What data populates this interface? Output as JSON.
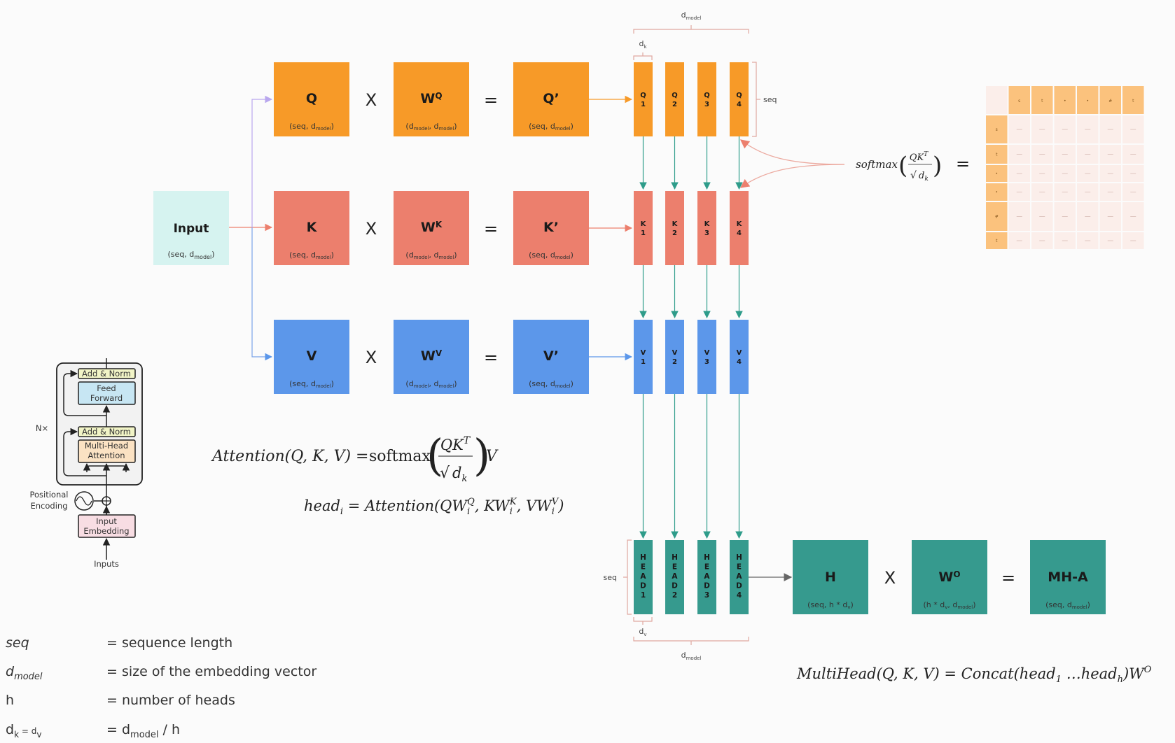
{
  "title": "Multi-Head Attention",
  "colors": {
    "query": "#f79a28",
    "key": "#ec7f6d",
    "value": "#5c97ea",
    "head": "#369a8e",
    "input": "#d6f3f0",
    "bracket": "#e0a8a0",
    "arrow_q": "#b9a7ee",
    "arrow_v": "#7aa3e8",
    "arrow_head": "#2e9c8a",
    "matrix_header": "#fbc27d",
    "matrix_cell": "#fbeeea"
  },
  "input": {
    "label": "Input",
    "dims": "(seq, d",
    "dims_sub": "model",
    "dims_end": ")"
  },
  "rows": [
    {
      "id": "q",
      "mat": "Q",
      "weight": "W",
      "weight_sup": "Q",
      "result": "Q’",
      "split_prefix": "Q"
    },
    {
      "id": "k",
      "mat": "K",
      "weight": "W",
      "weight_sup": "K",
      "result": "K’",
      "split_prefix": "K"
    },
    {
      "id": "v",
      "mat": "V",
      "weight": "W",
      "weight_sup": "V",
      "result": "V’",
      "split_prefix": "V"
    }
  ],
  "dims": {
    "seq_model": "(seq, d",
    "model_model": "(d",
    "model_sub": "model",
    "sep": ", d",
    "close": ")"
  },
  "operators": {
    "times": "X",
    "equals": "="
  },
  "split_indices": [
    "1",
    "2",
    "3",
    "4"
  ],
  "brackets": {
    "d_model": "d",
    "d_model_sub": "model",
    "d_k": "d",
    "d_k_sub": "k",
    "d_v": "d",
    "d_v_sub": "v",
    "seq": "seq"
  },
  "softmax": {
    "fn": "softmax",
    "num": "QK",
    "num_sup": "T",
    "den": "d",
    "den_sub": "k",
    "equals": "="
  },
  "attention_matrix": {
    "header_tokens": [
      "s",
      "t",
      "•",
      "•",
      "#",
      "t"
    ],
    "row_tokens": [
      "s",
      "t",
      "•",
      "•",
      "#",
      "t"
    ],
    "note": "cell values illegible"
  },
  "heads": {
    "letters": [
      "H",
      "E",
      "A",
      "D"
    ],
    "indices": [
      "1",
      "2",
      "3",
      "4"
    ]
  },
  "output_row": {
    "h": {
      "label": "H",
      "dims": "(seq, h * d",
      "dims_sub": "v",
      "dims_end": ")"
    },
    "wo": {
      "label": "W",
      "sup": "O",
      "dims": "(h * d",
      "dims_sub": "v",
      "dims_mid": ", d",
      "dims_sub2": "model",
      "dims_end": ")"
    },
    "mha": {
      "label": "MH-A",
      "dims": "(seq, d",
      "dims_sub": "model",
      "dims_end": ")"
    }
  },
  "formulas": {
    "attention_lhs": "Attention(Q, K, V) = ",
    "attention_fn": "softmax",
    "attention_tail": "V",
    "head_lhs": "head",
    "head_sub": "i",
    "head_rhs": " = Attention(QW",
    "multihead_lhs": "MultiHead(Q, K, V) = Concat(head",
    "multihead_sub1": "1",
    "multihead_mid": "  …head",
    "multihead_subh": "h",
    "multihead_end": ")W",
    "multihead_sup": "O"
  },
  "legend": [
    {
      "symbol": "seq",
      "symbol_sub": "",
      "definition": "= sequence length",
      "italic": true
    },
    {
      "symbol": "d",
      "symbol_sub": "model",
      "definition": "= size of the embedding vector",
      "italic": true
    },
    {
      "symbol": "h",
      "symbol_sub": "",
      "definition": "= number of heads",
      "italic": false
    },
    {
      "symbol": "d",
      "symbol_sub": "k",
      "symbol_mid": " = d",
      "symbol_sub2": "v",
      "definition": "= d",
      "definition_sub": "model",
      "definition_end": " / h",
      "italic": false
    }
  ],
  "transformer_block": {
    "add_norm": "Add & Norm",
    "feed_forward_1": "Feed",
    "feed_forward_2": "Forward",
    "mha_1": "Multi-Head",
    "mha_2": "Attention",
    "nx": "N×",
    "pos_enc_1": "Positional",
    "pos_enc_2": "Encoding",
    "embed_1": "Input",
    "embed_2": "Embedding",
    "inputs": "Inputs"
  }
}
